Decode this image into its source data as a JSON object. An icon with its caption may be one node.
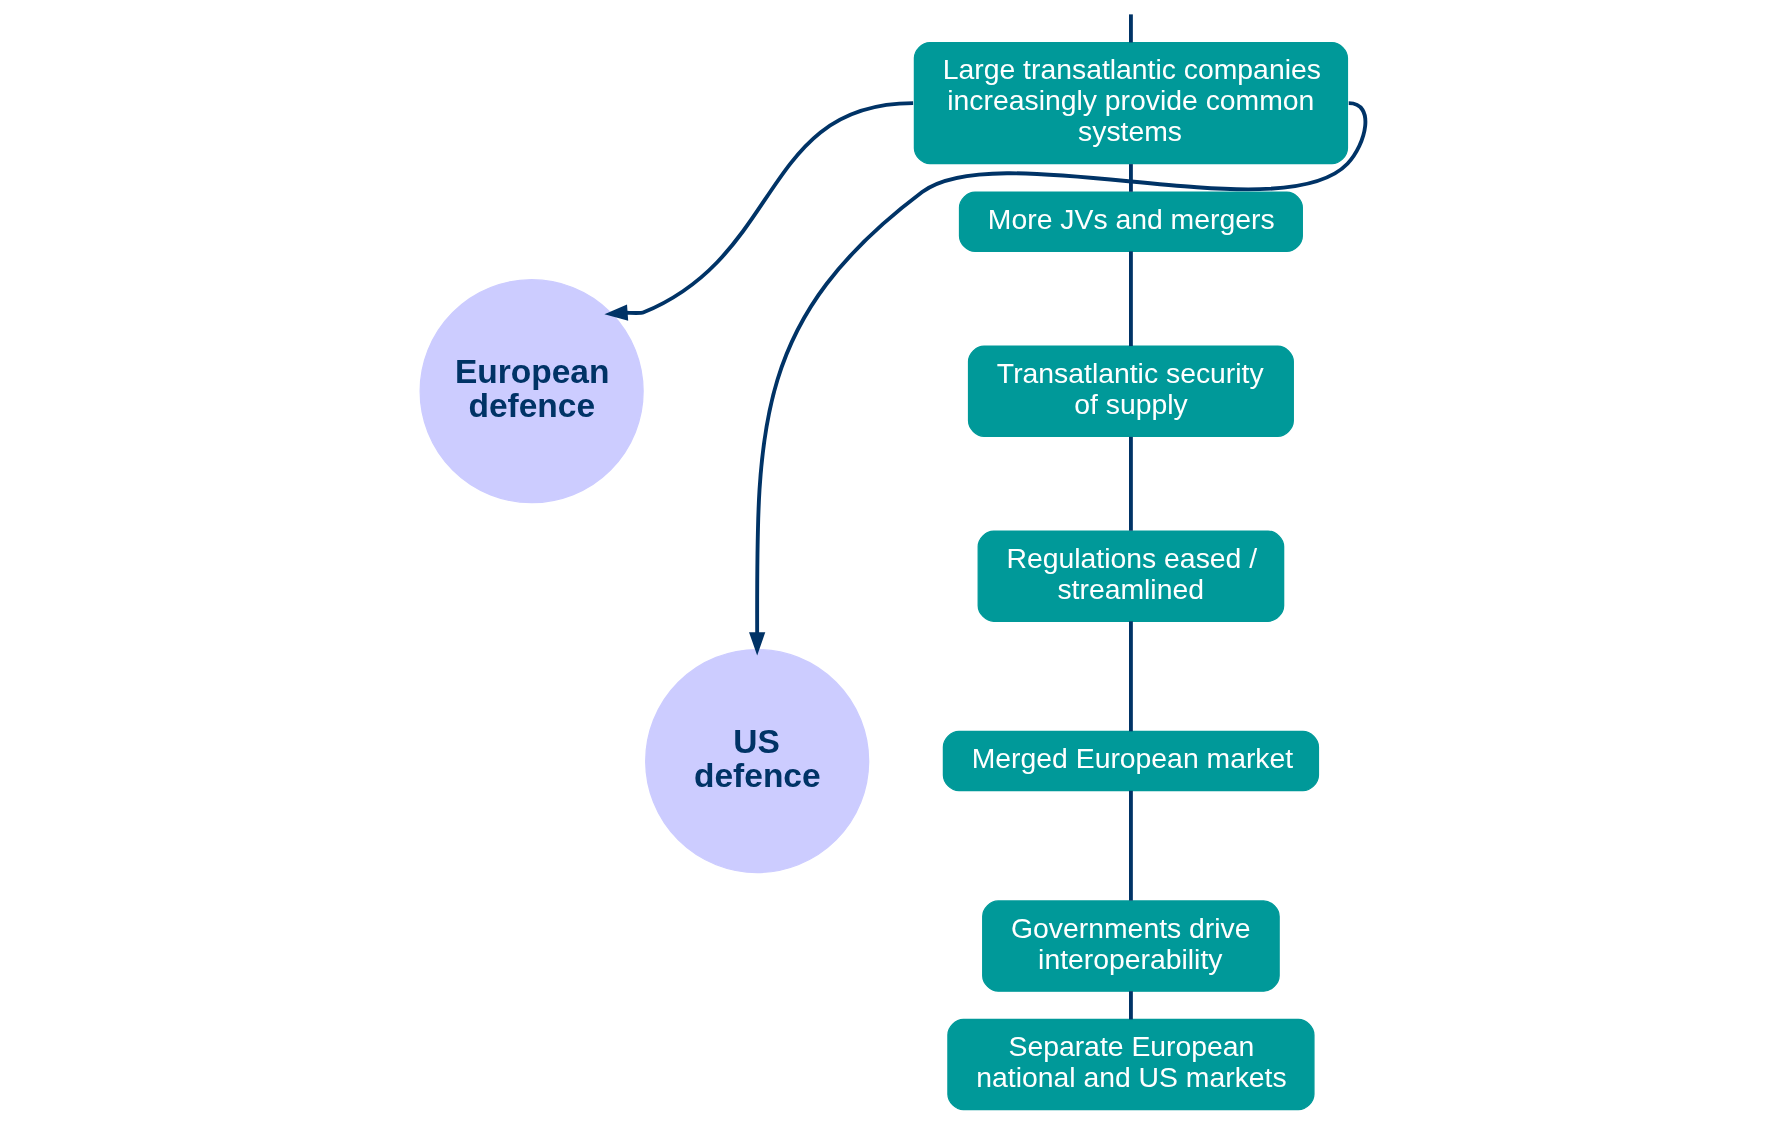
{
  "diagram": {
    "nodes": [
      {
        "text": [
          "Large transatlantic companies increasingly provide common systems"
        ]
      },
      {
        "text": [
          "European defence"
        ]
      },
      {
        "text": [
          "More JVs and mergers"
        ]
      },
      {
        "text": [
          "Transatlantic security of supply"
        ]
      },
      {
        "text": [
          "Regulations eased / streamlined"
        ]
      },
      {
        "text": [
          "Merged European market"
        ]
      },
      {
        "text": [
          "Governments drive interoperability"
        ]
      },
      {
        "text": [
          "Separate European national and US markets"
        ]
      },
      {
        "text": [
          "US defence"
        ]
      }
    ],
    "edges": [
      {
        "from": 0,
        "to": 1,
        "arrow": "to"
      },
      {
        "from": 0,
        "to": 8,
        "arrow": "to"
      },
      {
        "from": 7,
        "to": 6,
        "arrow": "none"
      },
      {
        "from": 6,
        "to": 5,
        "arrow": "none"
      },
      {
        "from": 5,
        "to": 4,
        "arrow": "none"
      },
      {
        "from": 4,
        "to": 3,
        "arrow": "none"
      },
      {
        "from": 3,
        "to": 2,
        "arrow": "none"
      },
      {
        "from": 2,
        "to": 0,
        "arrow": "none"
      },
      {
        "from": 0,
        "to": null,
        "arrow": "none"
      }
    ]
  }
}
